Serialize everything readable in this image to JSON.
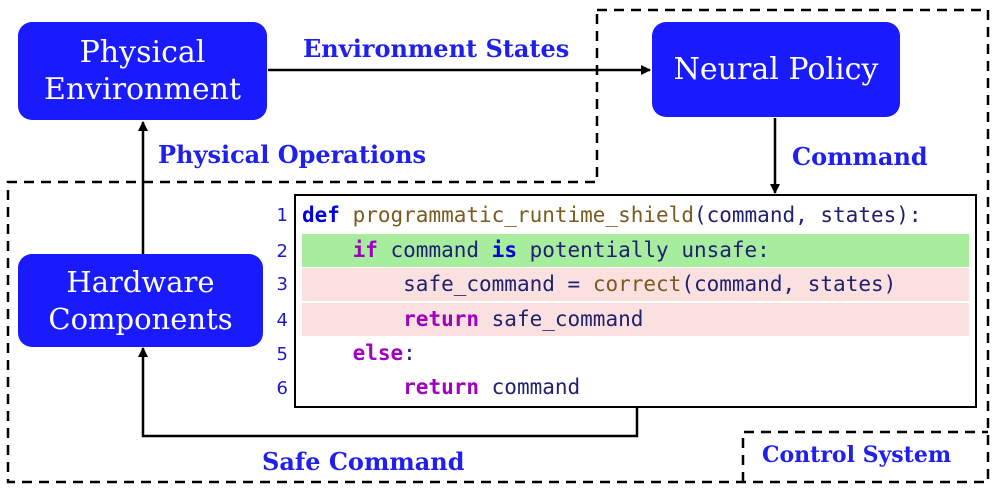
{
  "nodes": {
    "physical_environment": [
      "Physical",
      "Environment"
    ],
    "neural_policy": "Neural Policy",
    "hardware_components": [
      "Hardware",
      "Components"
    ]
  },
  "edges": {
    "environment_states": "Environment States",
    "physical_operations": "Physical Operations",
    "command": "Command",
    "safe_command": "Safe Command"
  },
  "region_label": "Control System",
  "code": {
    "line_numbers": [
      "1",
      "2",
      "3",
      "4",
      "5",
      "6"
    ],
    "lines": [
      {
        "parts": [
          {
            "t": "def",
            "c": "kw2"
          },
          {
            "t": " "
          },
          {
            "t": "programmatic_runtime_shield",
            "c": "fn"
          },
          {
            "t": "(command, states):",
            "c": "id"
          }
        ],
        "highlight": ""
      },
      {
        "parts": [
          {
            "t": "    "
          },
          {
            "t": "if",
            "c": "kw"
          },
          {
            "t": " command ",
            "c": "id"
          },
          {
            "t": "is",
            "c": "kw2"
          },
          {
            "t": " potentially unsafe:",
            "c": "id"
          }
        ],
        "highlight": "green"
      },
      {
        "parts": [
          {
            "t": "        "
          },
          {
            "t": "safe_command = ",
            "c": "id"
          },
          {
            "t": "correct",
            "c": "fn"
          },
          {
            "t": "(command, states)",
            "c": "id"
          }
        ],
        "highlight": "red"
      },
      {
        "parts": [
          {
            "t": "        "
          },
          {
            "t": "return",
            "c": "kw"
          },
          {
            "t": " safe_command",
            "c": "id"
          }
        ],
        "highlight": "red"
      },
      {
        "parts": [
          {
            "t": "    "
          },
          {
            "t": "else",
            "c": "kw"
          },
          {
            "t": ":",
            "c": "id"
          }
        ],
        "highlight": ""
      },
      {
        "parts": [
          {
            "t": "        "
          },
          {
            "t": "return",
            "c": "kw"
          },
          {
            "t": " command",
            "c": "id"
          }
        ],
        "highlight": ""
      }
    ]
  },
  "colors": {
    "node_fill": "#1a1aff",
    "label": "#2020ee",
    "highlight_green": "#a6ee9e",
    "highlight_red": "#fbe0e0"
  }
}
